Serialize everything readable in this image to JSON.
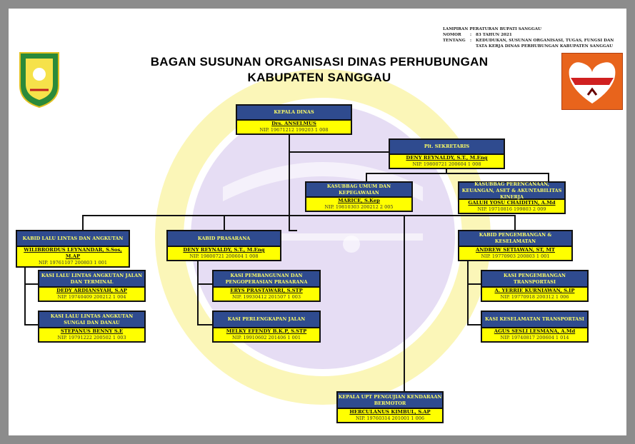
{
  "header": {
    "title_line1": "BAGAN SUSUNAN ORGANISASI DINAS PERHUBUNGAN",
    "title_line2": "KABUPATEN SANGGAU",
    "lampiran": "LAMPIRAN PERATURAN BUPATI SANGGAU",
    "nomor_label": "NOMOR",
    "nomor_value": "83 TAHUN 2021",
    "tentang_label": "TENTANG",
    "tentang_value": "KEDUDUKAN, SUSUNAN ORGANISASI, TUGAS, FUNGSI DAN TATA KERJA DINAS PERHUBUNGAN KABUPATEN SANGGAU",
    "sep": ":"
  },
  "colors": {
    "header_bg": "#2f4b8f",
    "header_text": "#ffff66",
    "body_bg": "#ffff00",
    "watermark_purple": "#d9cdef",
    "watermark_yellow": "#fbf6b8"
  },
  "boxes": [
    {
      "id": "kepala-dinas",
      "title": "KEPALA DINAS",
      "name": "Drs. ANSELMUS",
      "nip": "NIP. 19671212 199203 1 008"
    },
    {
      "id": "sekretaris",
      "title": "Plt. SEKRETARIS",
      "name": "DENY REYNALDY, S.T., M.Eng",
      "nip": "NIP. 19800721 200604 1 008"
    },
    {
      "id": "kasubbag-umum",
      "title": "KASUBBAG UMUM DAN KEPEGAWAIAN",
      "name": "MARICE, S.Kep",
      "nip": "NIP. 19810303 200212 2 005"
    },
    {
      "id": "kasubbag-perencanaan",
      "title": "KASUBBAG PERENCANAAN, KEUANGAN, ASET & AKUNTABILITAS KINERJA",
      "name": "GALUH YOSU CHAIDITIN, A.Md",
      "nip": "NIP. 19710816 199803 2 009"
    },
    {
      "id": "kabid-lla",
      "title": "KABID LALU LINTAS DAN ANGKUTAN",
      "name": "WILIBRORDUS LEYNANDAR, S.Sos, M.AP",
      "nip": "NIP. 19761107 200803 1 001"
    },
    {
      "id": "kabid-prasarana",
      "title": "KABID PRASARANA",
      "name": "DENY REYNALDY, S.T., M.Eng",
      "nip": "NIP. 19800721 200604 1 008"
    },
    {
      "id": "kabid-pk",
      "title": "KABID PENGEMBANGAN & KESELAMATAN",
      "name": "ANDREW SETIAWAN, ST, MT",
      "nip": "NIP. 19770903 200803 1 001"
    },
    {
      "id": "kasi-llaj",
      "title": "KASI LALU LINTAS ANGKUTAN JALAN DAN TERMINAL",
      "name": "DEDY ARDIANSYAH, S.AP",
      "nip": "NIP. 19740409 200212 1 004"
    },
    {
      "id": "kasi-llasd",
      "title": "KASI LALU LINTAS ANGKUTAN SUNGAI DAN DANAU",
      "name": "STEPANUS BENNY S.E",
      "nip": "NIP. 19791222 200502 1 003"
    },
    {
      "id": "kasi-pembangunan",
      "title": "KASI PEMBANGUNAN DAN PENGOPERASIAN PRASARANA",
      "name": "ERYS PRASTAWARI, S.STP",
      "nip": "NIP. 19930412 201507 1 003"
    },
    {
      "id": "kasi-perlengkapan",
      "title": "KASI PERLENGKAPAN JALAN",
      "name": "MELKY EFENDY B.K.P, S.STP",
      "nip": "NIP. 19910602 201406 1 001"
    },
    {
      "id": "kasi-pengembangan",
      "title": "KASI PENGEMBANGAN TRANSPORTASI",
      "name": "A. YERRIE KURNIAWAN, S.IP",
      "nip": "NIP. 19770918 200312 1 006"
    },
    {
      "id": "kasi-keselamatan",
      "title": "KASI KESELAMATAN TRANSPORTASI",
      "name": "AGUS SESLI LESMANA, A.Md",
      "nip": "NIP. 19740817 200604 1 014"
    },
    {
      "id": "kepala-upt",
      "title": "KEPALA UPT PENGUJIAN KENDARAAN BERMOTOR",
      "name": "HERCULANUS KIMBUL, S.AP",
      "nip": "NIP. 19760314 201001 1 006"
    }
  ]
}
